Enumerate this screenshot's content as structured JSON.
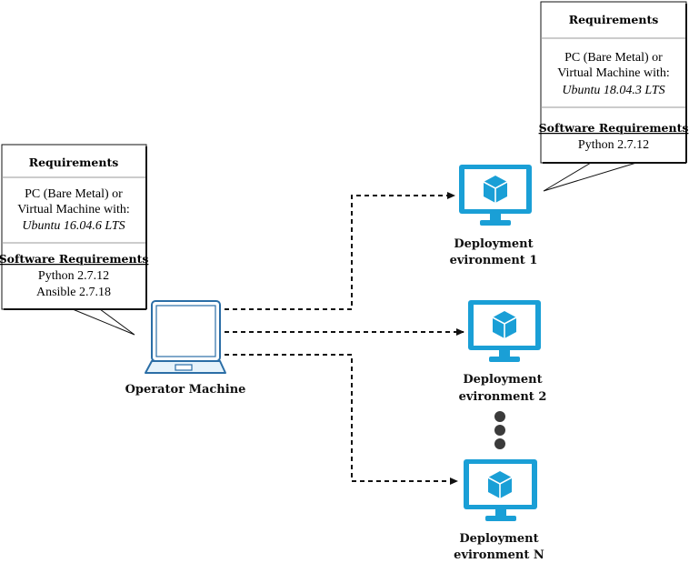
{
  "operator": {
    "label": "Operator Machine",
    "icon": "laptop-icon",
    "requirements": {
      "title": "Requirements",
      "platform_line1": "PC (Bare Metal) or",
      "platform_line2": "Virtual Machine with:",
      "os": "Ubuntu 16.04.6 LTS",
      "software_title": "Software Requirements",
      "software": [
        "Python 2.7.12",
        "Ansible 2.7.18"
      ]
    }
  },
  "deployments": [
    {
      "label_line1": "Deployment",
      "label_line2": "evironment 1",
      "icon": "monitor-cube-icon",
      "requirements": {
        "title": "Requirements",
        "platform_line1": "PC (Bare Metal) or",
        "platform_line2": "Virtual Machine with:",
        "os": "Ubuntu 18.04.3 LTS",
        "software_title": "Software Requirements",
        "software": [
          "Python 2.7.12"
        ]
      }
    },
    {
      "label_line1": "Deployment",
      "label_line2": "evironment 2",
      "icon": "monitor-cube-icon"
    },
    {
      "label_line1": "Deployment",
      "label_line2": "evironment N",
      "icon": "monitor-cube-icon"
    }
  ],
  "colors": {
    "monitor_blue": "#1a9fd6",
    "monitor_screen": "#ffffff",
    "laptop_fill": "#ffffff",
    "laptop_stroke": "#2b6ea6",
    "cube_blue": "#1a9fd6",
    "connector": "#111111",
    "ellipsis_dots": "#3b3b3b"
  }
}
